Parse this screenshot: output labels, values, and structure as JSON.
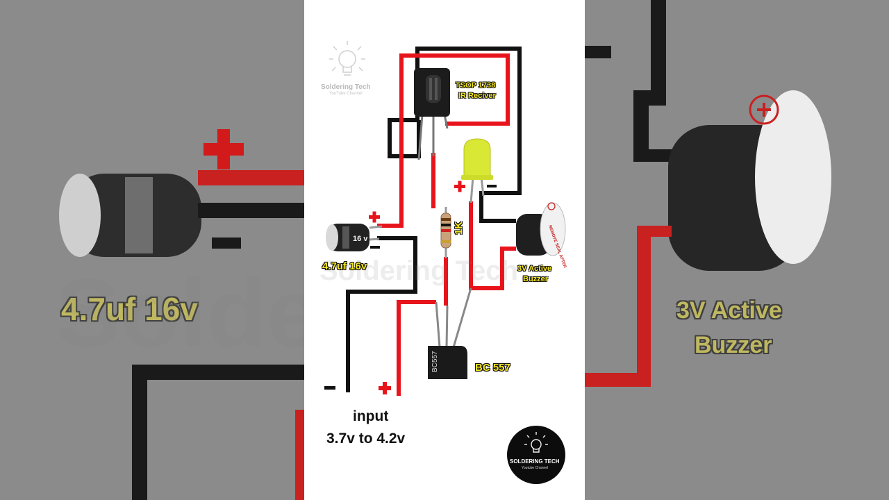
{
  "brand": {
    "name": "Soldering Tech",
    "subtitle": "YouTube Channel",
    "badge_name": "SOLDERING TECH",
    "badge_subtitle": "Youtube Channel"
  },
  "watermark": "Soldering Tech",
  "components": {
    "ir_receiver": {
      "line1": "TSOP 1738",
      "line2": "IR Reciver"
    },
    "capacitor": {
      "label": "4.7uf 16v",
      "body_text": "16 v"
    },
    "resistor": {
      "label": "1K"
    },
    "buzzer": {
      "line1": "3V Active",
      "line2": "Buzzer",
      "body_text": "REMOVE SEAL AFTER"
    },
    "transistor": {
      "label": "BC 557",
      "body_text": "BC557"
    }
  },
  "polarity": {
    "plus": "+",
    "minus": "-"
  },
  "input": {
    "line1": "input",
    "line2": "3.7v to 4.2v"
  },
  "background": {
    "left_label": "4.7uf 16v",
    "right_label_1": "3V Active",
    "right_label_2": "Buzzer"
  },
  "colors": {
    "wire_positive": "#e8141c",
    "wire_negative": "#111111",
    "label_yellow": "#f5e61e",
    "led": "#d8e834"
  }
}
